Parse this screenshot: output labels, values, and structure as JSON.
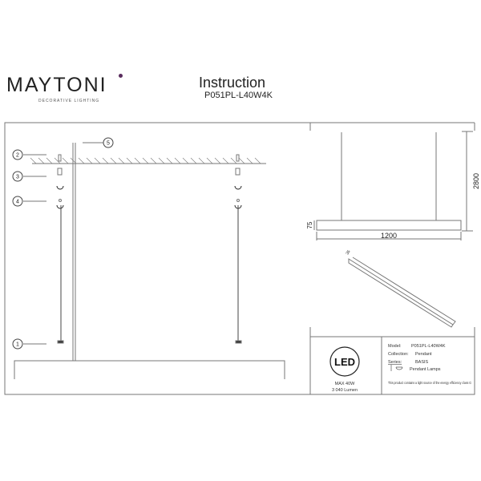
{
  "header": {
    "brand": "MAYTONI",
    "brand_tagline": "DECORATIVE LIGHTING",
    "title": "Instruction",
    "model": "P051PL-L40W4K"
  },
  "callouts": [
    "1",
    "2",
    "3",
    "4",
    "5"
  ],
  "dimensions": {
    "height": "2800",
    "width": "1200",
    "depth": "75",
    "profile": "35"
  },
  "led_badge": {
    "label": "LED",
    "power": "MAX 40W",
    "lumen": "3 040 Lumen"
  },
  "spec": {
    "model_label": "Model:",
    "model_value": "P051PL-L40W4K",
    "collection_label": "Collection:",
    "collection_value": "Pendant",
    "series_label": "Series:",
    "series_value": "BASIS",
    "type_value": "Pendant Lamps",
    "energy_note": "This product contains a light source of the energy efficiency class G"
  },
  "colors": {
    "line": "#777777",
    "brand_dot": "#5a2d5e"
  }
}
